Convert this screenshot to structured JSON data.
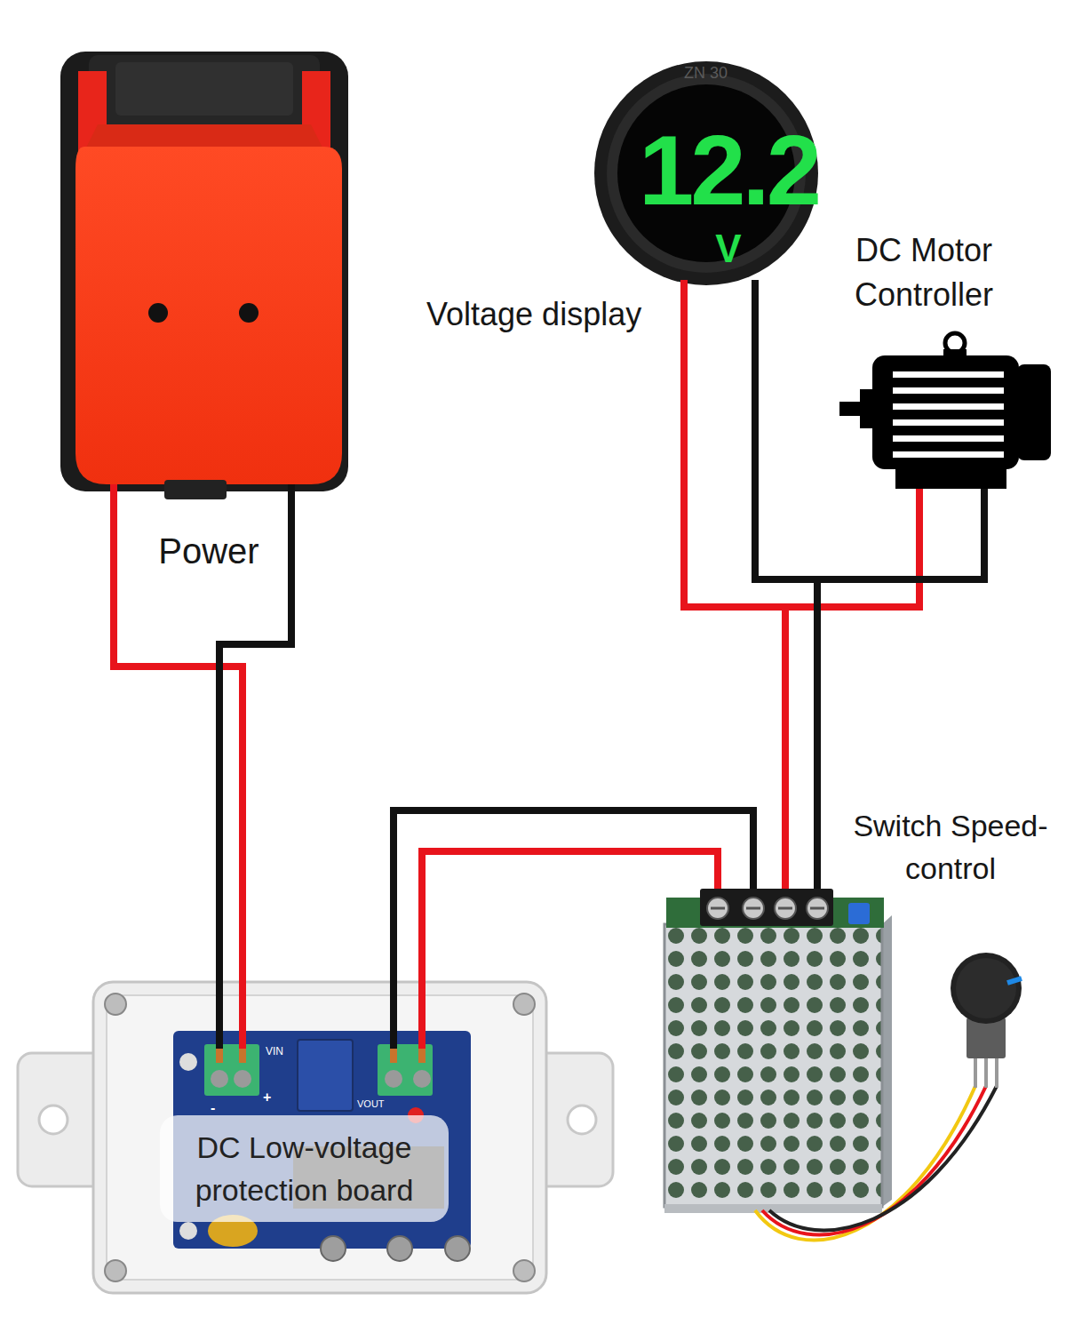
{
  "diagram": {
    "nodes": [
      {
        "text": [
          "Power"
        ]
      },
      {
        "text": [
          "Voltage display",
          "12.2",
          "V"
        ]
      },
      {
        "text": [
          "DC Motor Controller"
        ]
      },
      {
        "text": [
          "Switch Speed-control"
        ]
      },
      {
        "text": [
          "DC Low-voltage protection board"
        ]
      }
    ],
    "edges": [
      {
        "from": 0,
        "to": 4,
        "arrow": "none"
      },
      {
        "from": 4,
        "to": 3,
        "arrow": "none"
      },
      {
        "from": 3,
        "to": 1,
        "arrow": "none"
      },
      {
        "from": 3,
        "to": 2,
        "arrow": "none"
      }
    ],
    "labels": [
      "ZN 30",
      "-",
      "+",
      "VIN",
      "VOUT"
    ]
  }
}
